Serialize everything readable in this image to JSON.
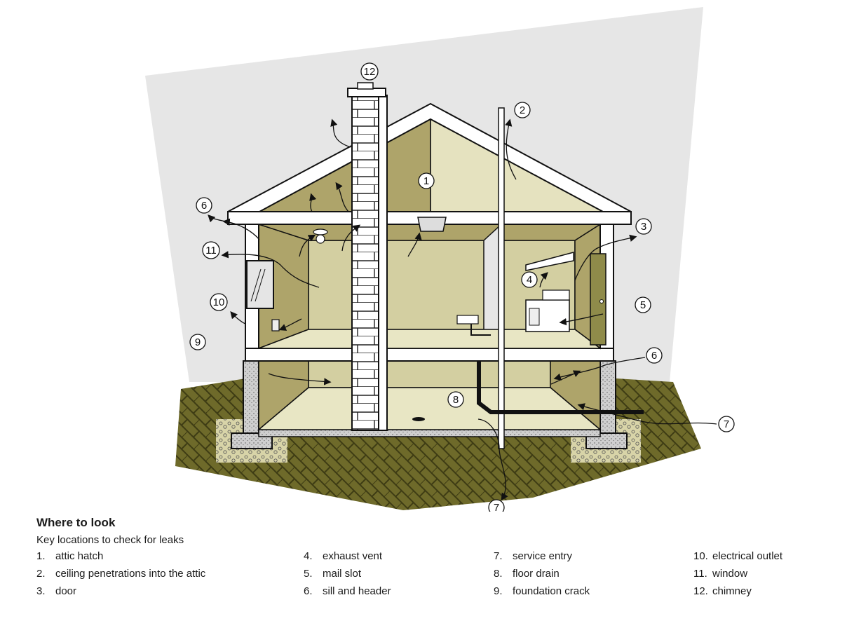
{
  "diagram": {
    "callouts": [
      "1",
      "2",
      "3",
      "4",
      "5",
      "6",
      "6",
      "7",
      "7",
      "8",
      "9",
      "10",
      "11",
      "12"
    ]
  },
  "legend": {
    "title": "Where to look",
    "subtitle": "Key locations to check for leaks",
    "items": [
      {
        "num": "1.",
        "label": "attic hatch"
      },
      {
        "num": "2.",
        "label": "ceiling penetrations into the attic"
      },
      {
        "num": "3.",
        "label": "door"
      },
      {
        "num": "4.",
        "label": "exhaust vent"
      },
      {
        "num": "5.",
        "label": "mail slot"
      },
      {
        "num": "6.",
        "label": "sill and header"
      },
      {
        "num": "7.",
        "label": "service entry"
      },
      {
        "num": "8.",
        "label": "floor drain"
      },
      {
        "num": "9.",
        "label": "foundation crack"
      },
      {
        "num": "10.",
        "label": "electrical outlet"
      },
      {
        "num": "11.",
        "label": "window"
      },
      {
        "num": "12.",
        "label": "chimney"
      }
    ]
  }
}
